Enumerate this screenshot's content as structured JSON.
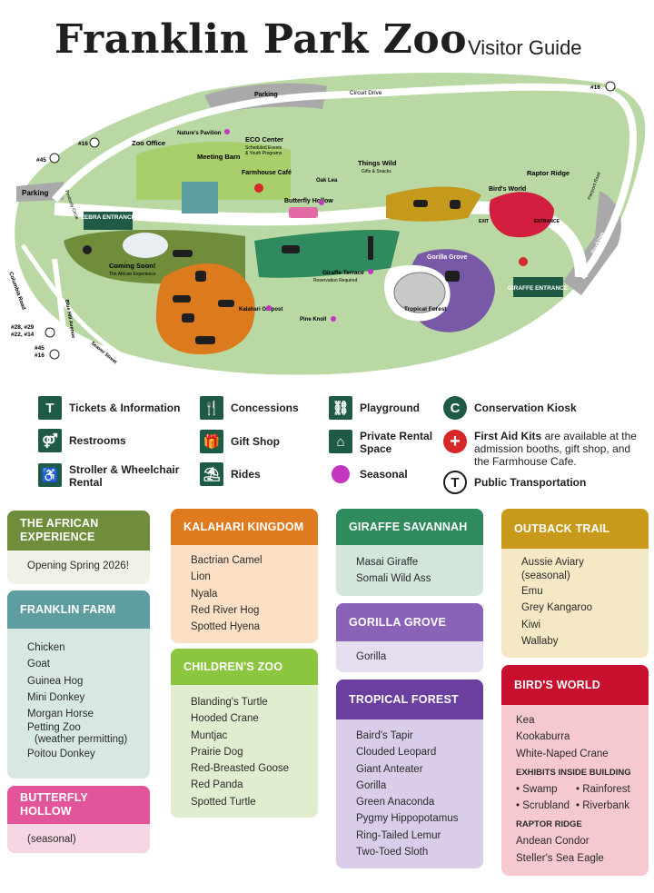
{
  "header": {
    "title": "Franklin Park Zoo",
    "subtitle": "Visitor Guide"
  },
  "map": {
    "colors": {
      "land": "#b9d8a4",
      "road": "#ffffff",
      "parking": "#a9a9a9",
      "dark_green": "#1f5a45",
      "farm": "#a9cf6d",
      "african": "#6f8d3b",
      "kalahari": "#dc7a1e",
      "savannah": "#2f8a5e",
      "gorilla": "#7a58a8",
      "tropical": "#c8c8c8",
      "outback": "#c4991c",
      "birds": "#d31f3f",
      "butterfly": "#e46aa6"
    },
    "labels": {
      "parking_top": "Parking",
      "circuit_drive": "Circuit Drive",
      "bus_top": "#16",
      "parking_left": "Parking",
      "bus_45": "#45",
      "bus_16b": "#16",
      "zoo_office": "Zoo Office",
      "natures_pavilion": "Nature's Pavilion",
      "eco_center": "ECO Center",
      "eco_sub1": "Scheduled Events",
      "eco_sub2": "& Youth Programs",
      "meeting_barn": "Meeting Barn",
      "farmhouse_cafe": "Farmhouse Café",
      "oak_lea": "Oak Lea",
      "things_wild": "Things Wild",
      "things_wild_sub": "Gifts & Snacks",
      "butterfly_hollow": "Butterfly Hollow",
      "raptor_ridge": "Raptor Ridge",
      "birds_world": "Bird's World",
      "exit": "EXIT",
      "entrance": "ENTRANCE",
      "zebra_entrance": "ZEBRA ENTRANCE",
      "giraffe_entrance": "GIRAFFE ENTRANCE",
      "coming_soon": "Coming Soon!",
      "african_exp": "The African Experience",
      "gorilla_grove": "Gorilla Grove",
      "tropical_forest": "Tropical Forest",
      "giraffe_terrace": "Giraffe Terrace",
      "reservation": "Reservation Required",
      "kalahari_outpost": "Kalahari Outpost",
      "pine_knoll": "Pine Knoll",
      "peabody": "Peabody Circle",
      "pierpont": "Pierpont Road",
      "parking_right": "Parking",
      "columbia": "Columbia Road",
      "blue_hill": "Blue Hill Avenue",
      "seaver": "Seaver Street",
      "bus_28": "#28, #29",
      "bus_22": "#22, #14",
      "bus_45b": "#45",
      "bus_16c": "#16"
    }
  },
  "legend": [
    {
      "icon": "T",
      "label": "Tickets & Information"
    },
    {
      "icon": "⚤",
      "label": "Restrooms"
    },
    {
      "icon": "♿",
      "label": "Stroller & Wheelchair Rental"
    },
    {
      "icon": "🍴",
      "label": "Concessions"
    },
    {
      "icon": "🎁",
      "label": "Gift Shop"
    },
    {
      "icon": "⛱",
      "label": "Rides"
    },
    {
      "icon": "⛓",
      "label": "Playground"
    },
    {
      "icon": "⌂",
      "label": "Private Rental Space"
    },
    {
      "icon": "",
      "label": "Seasonal"
    },
    {
      "icon": "C",
      "label": "Conservation Kiosk"
    },
    {
      "icon": "+",
      "label_bold": "First Aid Kits",
      "label": "are available at the admission booths, gift shop, and the Farmhouse Cafe."
    },
    {
      "icon": "T",
      "label": "Public Transportation"
    }
  ],
  "cards": {
    "african": {
      "title": "The African Experience",
      "color": "#6f8d3b",
      "items": [
        "Opening Spring 2026!"
      ]
    },
    "farm": {
      "title": "Franklin Farm",
      "color": "#5e9ea0",
      "items": [
        "Chicken",
        "Goat",
        "Guinea Hog",
        "Mini Donkey",
        "Morgan Horse",
        "Petting Zoo",
        "(weather permitting)",
        "Poitou Donkey"
      ]
    },
    "butterfly": {
      "title": "Butterfly Hollow",
      "color": "#e2559b",
      "items": [
        "(seasonal)"
      ]
    },
    "kalahari": {
      "title": "Kalahari Kingdom",
      "color": "#e07a1f",
      "items": [
        "Bactrian Camel",
        "Lion",
        "Nyala",
        "Red River Hog",
        "Spotted Hyena"
      ]
    },
    "children": {
      "title": "Children's Zoo",
      "color": "#8cc63f",
      "items": [
        "Blanding's Turtle",
        "Hooded Crane",
        "Muntjac",
        "Prairie Dog",
        "Red-Breasted Goose",
        "Red Panda",
        "Spotted Turtle"
      ]
    },
    "savannah": {
      "title": "Giraffe Savannah",
      "color": "#2f8a5e",
      "items": [
        "Masai Giraffe",
        "Somali Wild Ass"
      ]
    },
    "gorilla": {
      "title": "Gorilla Grove",
      "color": "#8a63b8",
      "items": [
        "Gorilla"
      ]
    },
    "tropical": {
      "title": "Tropical Forest",
      "color": "#6a3fa0",
      "items": [
        "Baird's Tapir",
        "Clouded Leopard",
        "Giant Anteater",
        "Gorilla",
        "Green Anaconda",
        "Pygmy Hippopotamus",
        "Ring-Tailed Lemur",
        "Two-Toed Sloth"
      ]
    },
    "outback": {
      "title": "Outback Trail",
      "color": "#c9991c",
      "items": [
        "Aussie Aviary",
        "(seasonal)",
        "Emu",
        "Grey Kangaroo",
        "Kiwi",
        "Wallaby"
      ]
    },
    "birds": {
      "title": "Bird's World",
      "color": "#c8102e",
      "items": [
        "Kea",
        "Kookaburra",
        "White-Naped Crane"
      ],
      "sub1": "Exhibits Inside Building",
      "inside": [
        "• Swamp",
        "• Rainforest",
        "• Scrubland",
        "• Riverbank"
      ],
      "sub2": "Raptor Ridge",
      "raptor": [
        "Andean Condor",
        "Steller's Sea Eagle"
      ]
    }
  }
}
